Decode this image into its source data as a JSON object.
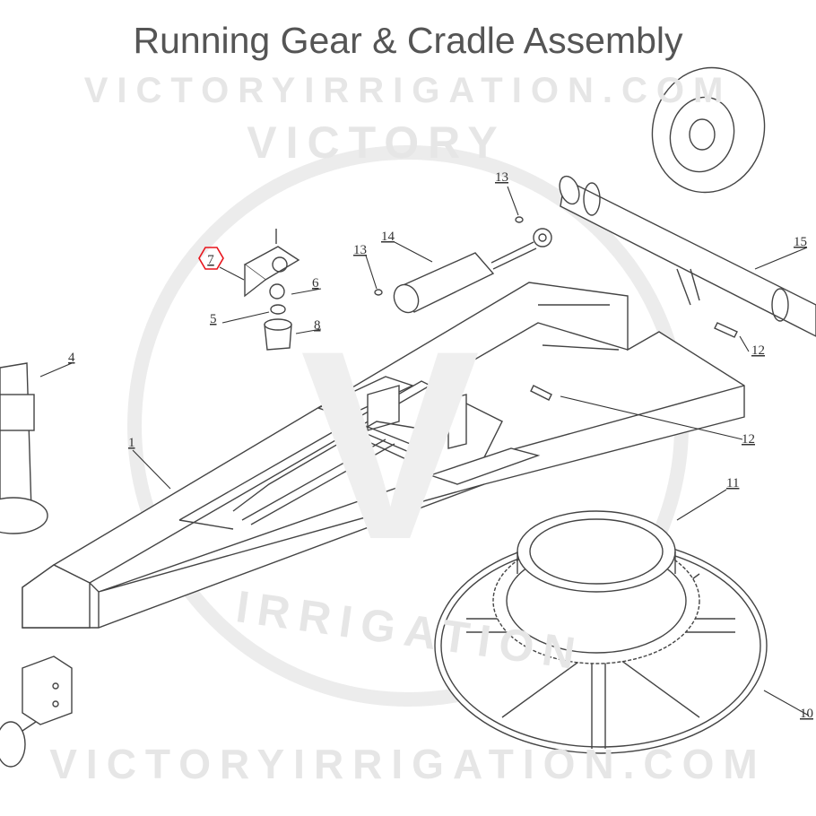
{
  "title": "Running Gear  & Cradle Assembly",
  "watermark": {
    "top": "VICTORYIRRIGATION.COM",
    "bottom": "VICTORYIRRIGATION.COM",
    "ring_top": "VICTORY",
    "ring_bottom": "IRRIGATION",
    "letter": "V"
  },
  "highlight_color": "#e8141c",
  "callouts": {
    "c7": "7",
    "c6": "6",
    "c5": "5",
    "c8": "8",
    "c4": "4",
    "c1": "1",
    "c14": "14",
    "c13a": "13",
    "c13b": "13",
    "c15": "15",
    "c12a": "12",
    "c12b": "12",
    "c11": "11",
    "c10": "10"
  }
}
